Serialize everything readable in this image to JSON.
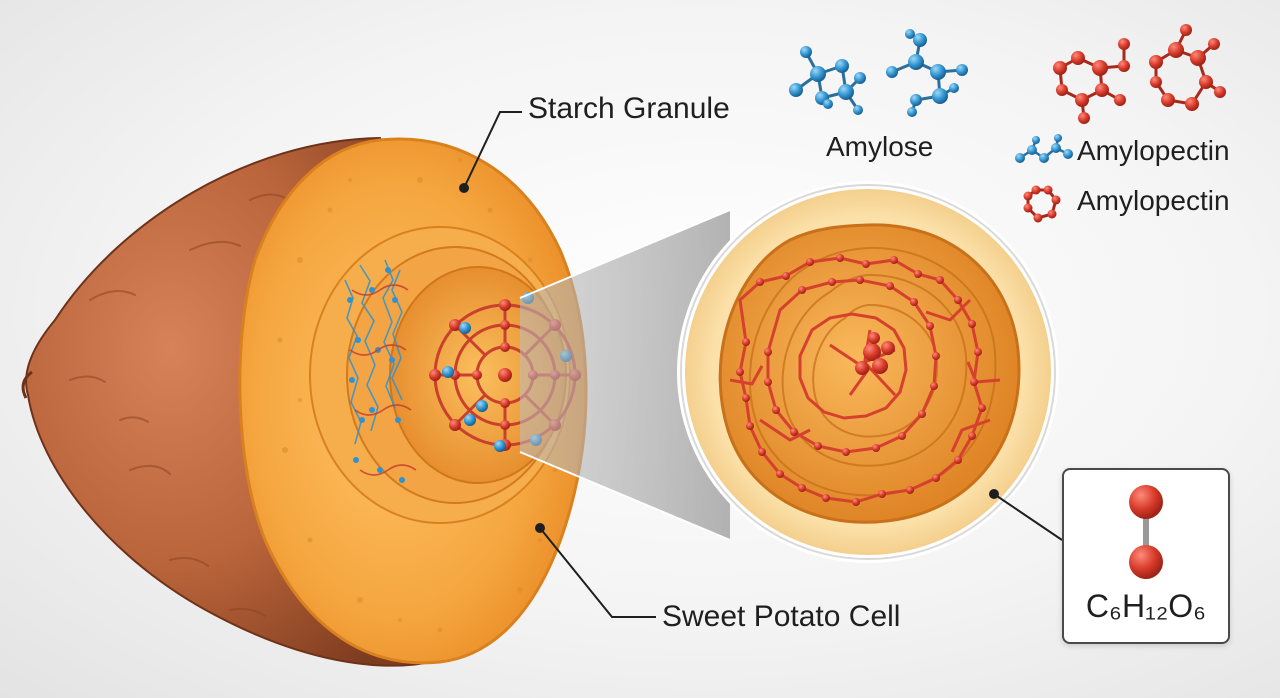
{
  "labels": {
    "starch_granule": "Starch Granule",
    "sweet_potato_cell": "Sweet Potato Cell",
    "amylose": "Amylose",
    "amylopectin_blue": "Amylopectin",
    "amylopectin_red": "Amylopectin"
  },
  "formula": {
    "text": "C₆H₁₂O₆"
  },
  "colors": {
    "skin": "#b9643a",
    "flesh": "#f2a23c",
    "amylose_blue": "#2f93d0",
    "amylopectin_red": "#d6402e"
  }
}
